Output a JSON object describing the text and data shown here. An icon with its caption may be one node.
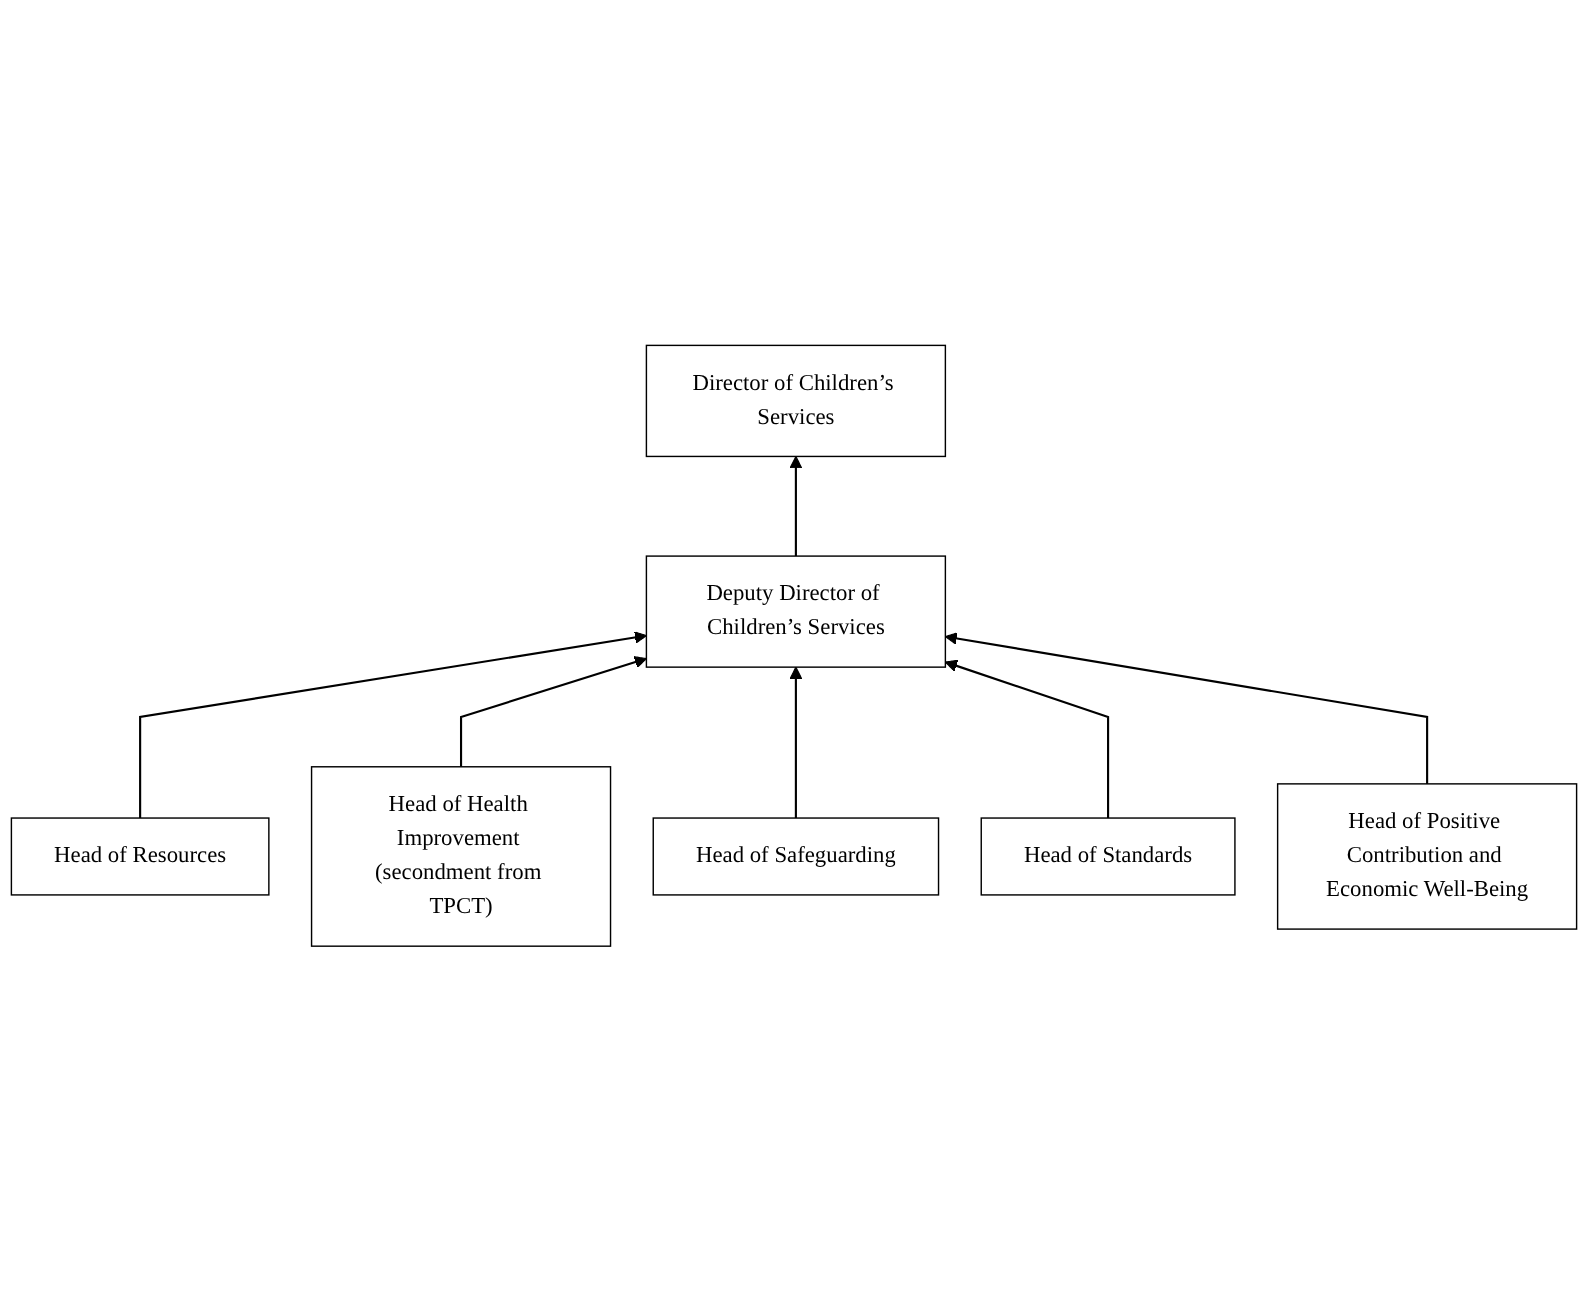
{
  "diagram": {
    "nodes": [
      {
        "text": [
          "Director of Children’s Services"
        ]
      },
      {
        "text": [
          "Deputy Director of Children’s Services"
        ]
      },
      {
        "text": [
          "Head of Resources"
        ]
      },
      {
        "text": [
          "Head of Health Improvement (secondment from TPCT)"
        ]
      },
      {
        "text": [
          "Head of Safeguarding"
        ]
      },
      {
        "text": [
          "Head of Standards"
        ]
      },
      {
        "text": [
          "Head of Positive Contribution and Economic Well-Being"
        ]
      }
    ],
    "edges": [
      {
        "from": 1,
        "to": 0,
        "arrow": "to"
      },
      {
        "from": 2,
        "to": 1,
        "arrow": "to"
      },
      {
        "from": 3,
        "to": 1,
        "arrow": "to"
      },
      {
        "from": 4,
        "to": 1,
        "arrow": "to"
      },
      {
        "from": 5,
        "to": 1,
        "arrow": "to"
      },
      {
        "from": 6,
        "to": 1,
        "arrow": "to"
      }
    ]
  }
}
